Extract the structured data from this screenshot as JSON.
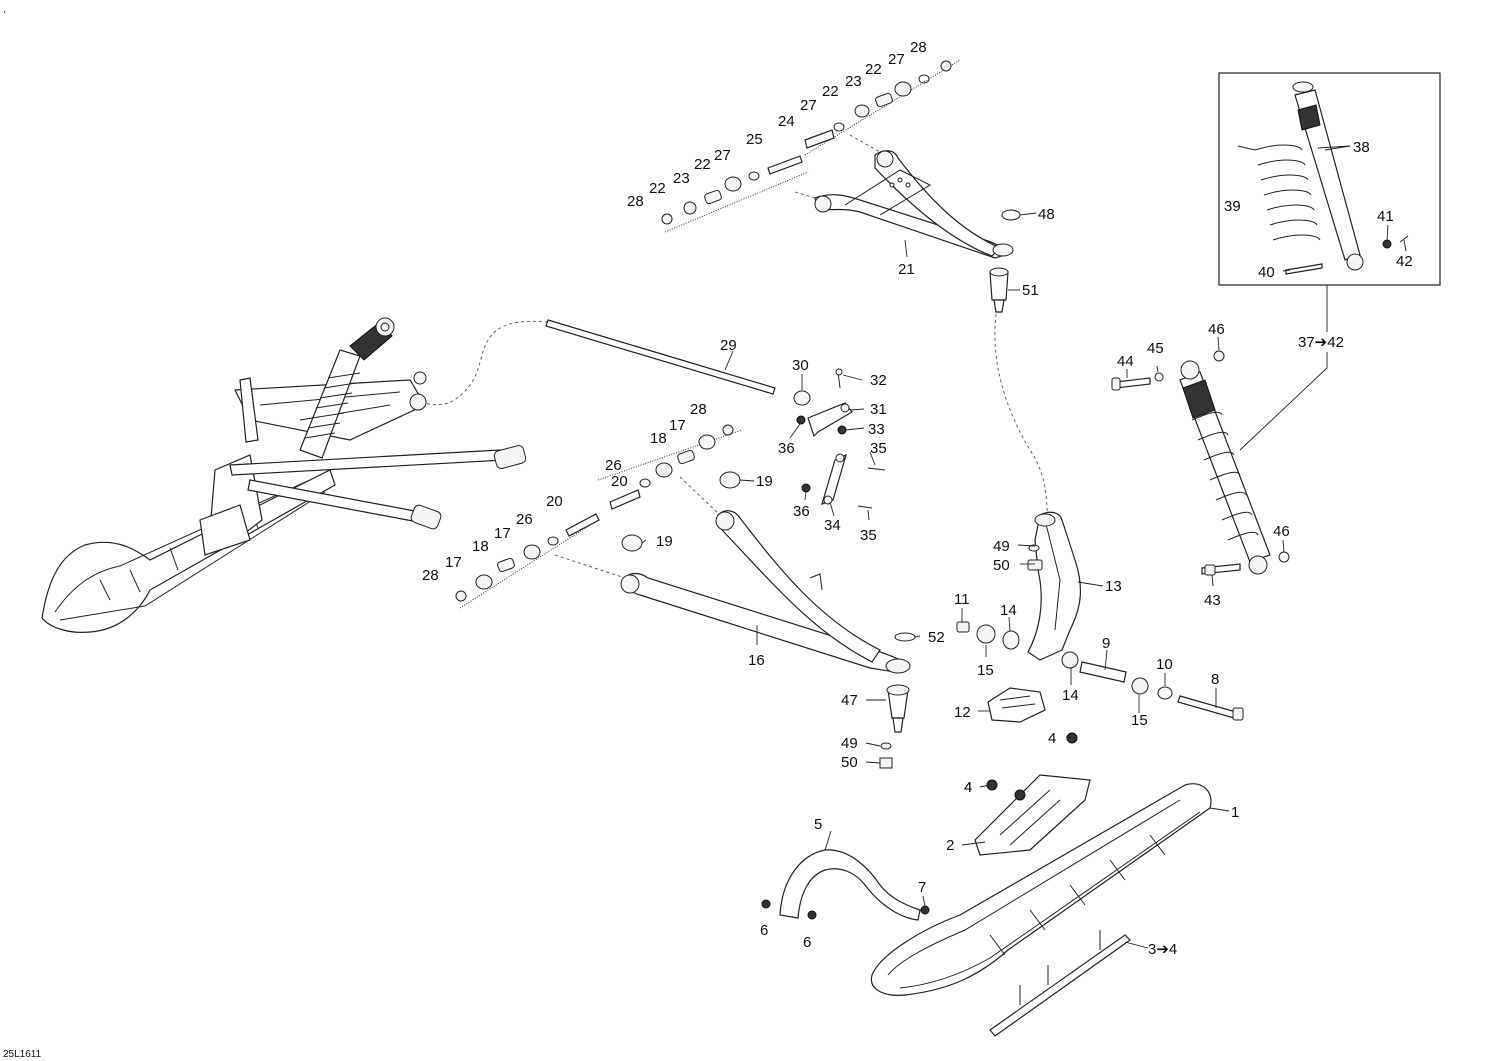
{
  "diagram": {
    "drawing_code": "25L1611",
    "corner_mark": ",",
    "callouts": [
      {
        "id": "c1",
        "text": "1"
      },
      {
        "id": "c2",
        "text": "2"
      },
      {
        "id": "c3",
        "text": "3➔4"
      },
      {
        "id": "c4a",
        "text": "4"
      },
      {
        "id": "c4b",
        "text": "4"
      },
      {
        "id": "c4c",
        "text": "4"
      },
      {
        "id": "c5",
        "text": "5"
      },
      {
        "id": "c6a",
        "text": "6"
      },
      {
        "id": "c6b",
        "text": "6"
      },
      {
        "id": "c7",
        "text": "7"
      },
      {
        "id": "c8",
        "text": "8"
      },
      {
        "id": "c9",
        "text": "9"
      },
      {
        "id": "c10",
        "text": "10"
      },
      {
        "id": "c11",
        "text": "11"
      },
      {
        "id": "c12",
        "text": "12"
      },
      {
        "id": "c13",
        "text": "13"
      },
      {
        "id": "c14a",
        "text": "14"
      },
      {
        "id": "c14b",
        "text": "14"
      },
      {
        "id": "c15a",
        "text": "15"
      },
      {
        "id": "c15b",
        "text": "15"
      },
      {
        "id": "c16",
        "text": "16"
      },
      {
        "id": "c17a",
        "text": "17"
      },
      {
        "id": "c17b",
        "text": "17"
      },
      {
        "id": "c17c",
        "text": "17"
      },
      {
        "id": "c18a",
        "text": "18"
      },
      {
        "id": "c18b",
        "text": "18"
      },
      {
        "id": "c19a",
        "text": "19"
      },
      {
        "id": "c19b",
        "text": "19"
      },
      {
        "id": "c20a",
        "text": "20"
      },
      {
        "id": "c20b",
        "text": "20"
      },
      {
        "id": "c21",
        "text": "21"
      },
      {
        "id": "c22a",
        "text": "22"
      },
      {
        "id": "c22b",
        "text": "22"
      },
      {
        "id": "c22c",
        "text": "22"
      },
      {
        "id": "c22d",
        "text": "22"
      },
      {
        "id": "c23a",
        "text": "23"
      },
      {
        "id": "c23b",
        "text": "23"
      },
      {
        "id": "c24",
        "text": "24"
      },
      {
        "id": "c25",
        "text": "25"
      },
      {
        "id": "c26a",
        "text": "26"
      },
      {
        "id": "c26b",
        "text": "26"
      },
      {
        "id": "c27a",
        "text": "27"
      },
      {
        "id": "c27b",
        "text": "27"
      },
      {
        "id": "c27c",
        "text": "27"
      },
      {
        "id": "c28a",
        "text": "28"
      },
      {
        "id": "c28b",
        "text": "28"
      },
      {
        "id": "c28c",
        "text": "28"
      },
      {
        "id": "c28d",
        "text": "28"
      },
      {
        "id": "c29",
        "text": "29"
      },
      {
        "id": "c30",
        "text": "30"
      },
      {
        "id": "c31",
        "text": "31"
      },
      {
        "id": "c32",
        "text": "32"
      },
      {
        "id": "c33",
        "text": "33"
      },
      {
        "id": "c34",
        "text": "34"
      },
      {
        "id": "c35a",
        "text": "35"
      },
      {
        "id": "c35b",
        "text": "35"
      },
      {
        "id": "c36a",
        "text": "36"
      },
      {
        "id": "c36b",
        "text": "36"
      },
      {
        "id": "c37",
        "text": "37➔42"
      },
      {
        "id": "c38",
        "text": "38"
      },
      {
        "id": "c39",
        "text": "39"
      },
      {
        "id": "c40",
        "text": "40"
      },
      {
        "id": "c41",
        "text": "41"
      },
      {
        "id": "c42",
        "text": "42"
      },
      {
        "id": "c43",
        "text": "43"
      },
      {
        "id": "c44",
        "text": "44"
      },
      {
        "id": "c45",
        "text": "45"
      },
      {
        "id": "c46a",
        "text": "46"
      },
      {
        "id": "c46b",
        "text": "46"
      },
      {
        "id": "c47",
        "text": "47"
      },
      {
        "id": "c48",
        "text": "48"
      },
      {
        "id": "c49a",
        "text": "49"
      },
      {
        "id": "c49b",
        "text": "49"
      },
      {
        "id": "c50a",
        "text": "50"
      },
      {
        "id": "c50b",
        "text": "50"
      },
      {
        "id": "c51",
        "text": "51"
      },
      {
        "id": "c52",
        "text": "52"
      }
    ]
  }
}
